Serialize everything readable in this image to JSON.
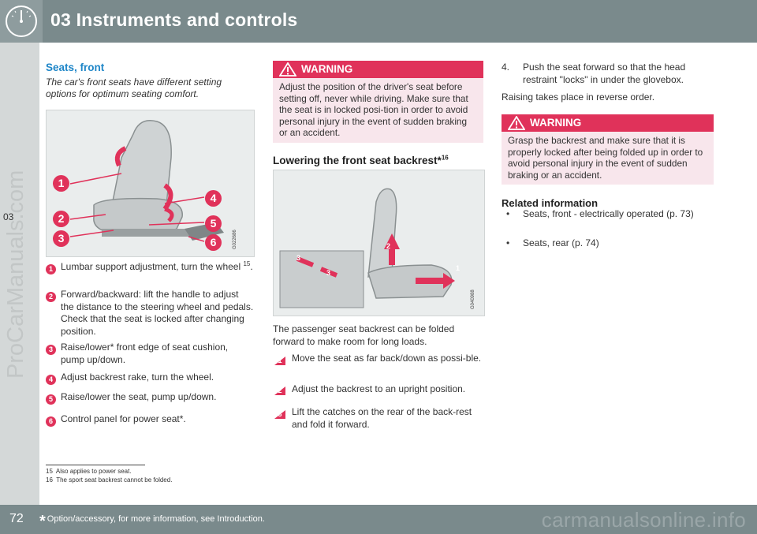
{
  "header": {
    "title": "03 Instruments and controls"
  },
  "side_tab": {
    "chapter": "03"
  },
  "watermark": {
    "side": "ProCarManuals.com",
    "footer": "carmanualsonline.info"
  },
  "footer": {
    "page_number": "72",
    "star": "*",
    "note": "Option/accessory, for more information, see Introduction."
  },
  "colors": {
    "accent": "#e0325a",
    "heading": "#1e86c8",
    "bar": "#7a8a8c",
    "warning_bg": "#f8e6ec"
  },
  "left": {
    "heading": "Seats, front",
    "lead": "The car's front seats have different setting options for optimum seating comfort.",
    "figure_code": "G022686",
    "callouts": [
      "1",
      "2",
      "3",
      "4",
      "5",
      "6"
    ],
    "items": [
      {
        "num": "1",
        "text": "Lumbar support adjustment, turn the wheel",
        "sup": "15",
        "tail": "."
      },
      {
        "num": "2",
        "text": "Forward/backward: lift the handle to adjust the distance to the steering wheel and pedals. Check that the seat is locked after changing position."
      },
      {
        "num": "3",
        "text": "Raise/lower* front edge of seat cushion, pump up/down."
      },
      {
        "num": "4",
        "text": "Adjust backrest rake, turn the wheel."
      },
      {
        "num": "5",
        "text": "Raise/lower the seat, pump up/down."
      },
      {
        "num": "6",
        "text": "Control panel for power seat*."
      }
    ]
  },
  "middle": {
    "warning": {
      "label": "WARNING",
      "text": "Adjust the position of the driver's seat before setting off, never while driving. Make sure that the seat is in locked posi-tion in order to avoid personal injury in the event of sudden braking or an accident."
    },
    "heading": "Lowering the front seat backrest*",
    "heading_sup": "16",
    "figure_code": "G040988",
    "callouts": [
      "1",
      "2",
      "3",
      "3"
    ],
    "intro": "The passenger seat backrest can be folded forward to make room for long loads.",
    "steps": [
      {
        "num": "1",
        "text": "Move the seat as far back/down as possi-ble."
      },
      {
        "num": "2",
        "text": "Adjust the backrest to an upright position."
      },
      {
        "num": "3",
        "text": "Lift the catches on the rear of the back-rest and fold it forward."
      }
    ]
  },
  "right": {
    "step4_num": "4.",
    "step4_text": "Push the seat forward so that the head restraint \"locks\" in under the glovebox.",
    "raise_text": "Raising takes place in reverse order.",
    "warning": {
      "label": "WARNING",
      "text": "Grasp the backrest and make sure that it is properly locked after being folded up in order to avoid personal injury in the event of sudden braking or an accident."
    },
    "related_heading": "Related information",
    "related": [
      {
        "bullet": "•",
        "text": "Seats, front - electrically operated (p. 73)"
      },
      {
        "bullet": "•",
        "text": "Seats, rear (p. 74)"
      }
    ]
  },
  "footnotes": [
    {
      "num": "15",
      "text": "Also applies to power seat."
    },
    {
      "num": "16",
      "text": "The sport seat backrest cannot be folded."
    }
  ]
}
